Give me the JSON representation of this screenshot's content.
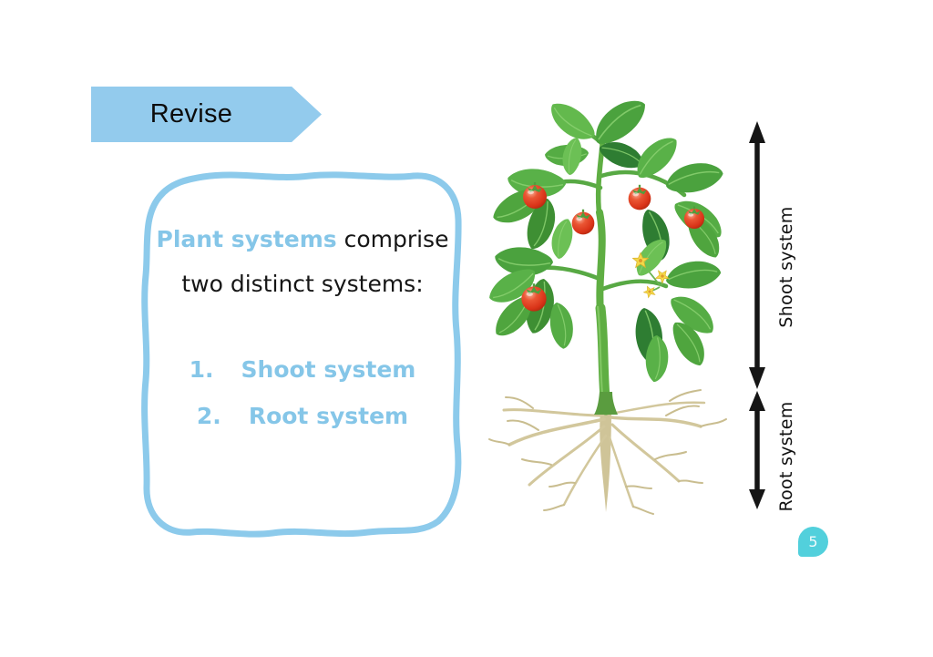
{
  "banner": {
    "label": "Revise"
  },
  "info_box": {
    "line1_highlight": "Plant systems",
    "line1_rest": " comprise",
    "line2": "two distinct systems:",
    "items": [
      {
        "number": "1.",
        "label": "Shoot system"
      },
      {
        "number": "2.",
        "label": "Root system"
      }
    ]
  },
  "diagram": {
    "illustration": "tomato-plant-with-roots",
    "shoot_label": "Shoot system",
    "root_label": "Root system"
  },
  "page_number": "5",
  "colors": {
    "banner_blue": "#93cbed",
    "box_border_blue": "#8ccaeb",
    "accent_text_blue": "#85c6e8",
    "badge_teal": "#52d0dc",
    "arrow_black": "#151515",
    "leaf_green": "#4ba23e",
    "tomato_red": "#d93318",
    "root_tan": "#d2c79c"
  }
}
